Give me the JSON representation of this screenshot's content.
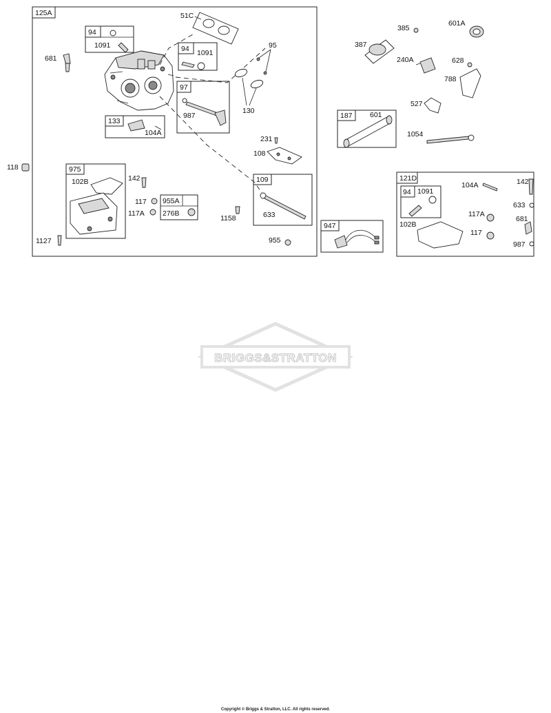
{
  "diagram": {
    "groups": {
      "g125A": "125A",
      "g121D": "121D",
      "g975": "975",
      "g133": "133",
      "g187": "187",
      "g947": "947",
      "g109": "109",
      "g97": "97",
      "g94a": "94",
      "g94b": "94",
      "g94c": "94",
      "g955A": "955A"
    },
    "labels": {
      "l51C": "51C",
      "l1091a": "1091",
      "l1091b": "1091",
      "l681a": "681",
      "l95": "95",
      "l987a": "987",
      "l130": "130",
      "l104Aa": "104A",
      "l118": "118",
      "l231": "231",
      "l108": "108",
      "l102Ba": "102B",
      "l142a": "142",
      "l117a": "117",
      "l117Aa": "117A",
      "l276B": "276B",
      "l633a": "633",
      "l1158": "1158",
      "l1127": "1127",
      "l955": "955",
      "l385": "385",
      "l601A": "601A",
      "l387": "387",
      "l240A": "240A",
      "l628": "628",
      "l788": "788",
      "l527": "527",
      "l601": "601",
      "l1054": "1054",
      "l104Ab": "104A",
      "l142b": "142",
      "l1091c": "1091",
      "l633b": "633",
      "l117Ab": "117A",
      "l681b": "681",
      "l102Bb": "102B",
      "l117b": "117",
      "l987b": "987"
    }
  },
  "watermark": {
    "brand": "BRIGGS&STRATTON"
  },
  "footer": {
    "copyright": "Copyright © Briggs & Stratton, LLC. All rights reserved."
  }
}
